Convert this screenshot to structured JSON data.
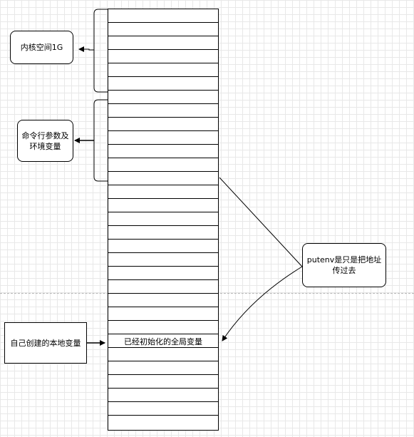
{
  "labels": {
    "kernel_space": "内核空间1G",
    "cmdline_env_line1": "命令行参数及",
    "cmdline_env_line2": "环境变量",
    "putenv_line1": "putenv是只是把地址",
    "putenv_line2": "传过去",
    "local_vars": "自己创建的本地变量",
    "initialized_globals": "已经初始化的全局变量"
  },
  "memory_stack": {
    "row_count": 31,
    "labeled_row_index": 24
  }
}
